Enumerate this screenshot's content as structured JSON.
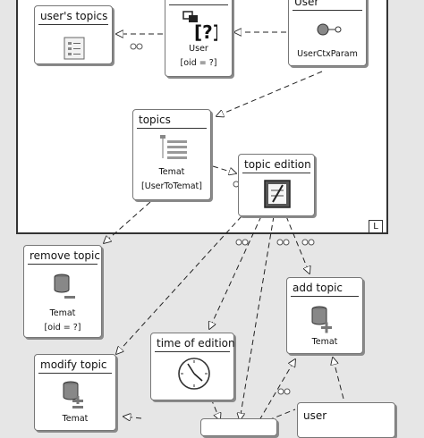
{
  "units": {
    "users_topics": {
      "title": "user's topics"
    },
    "user_center": {
      "line1": "User",
      "line2": "[oid = ?]"
    },
    "user_param": {
      "title": "User",
      "sub": "UserCtxParam"
    },
    "topics": {
      "title": "topics",
      "line1": "Temat",
      "line2": "[UserToTemat]"
    },
    "topic_edition": {
      "title": "topic edition"
    },
    "remove_topic": {
      "title": "remove topic",
      "line1": "Temat",
      "line2": "[oid = ?]"
    },
    "add_topic": {
      "title": "add topic",
      "line1": "Temat"
    },
    "time_of_edition": {
      "title": "time of edition"
    },
    "modify_topic": {
      "title": "modify topic",
      "line1": "Temat"
    },
    "user_bottom": {
      "title": "user"
    }
  },
  "frame_marker": "L"
}
